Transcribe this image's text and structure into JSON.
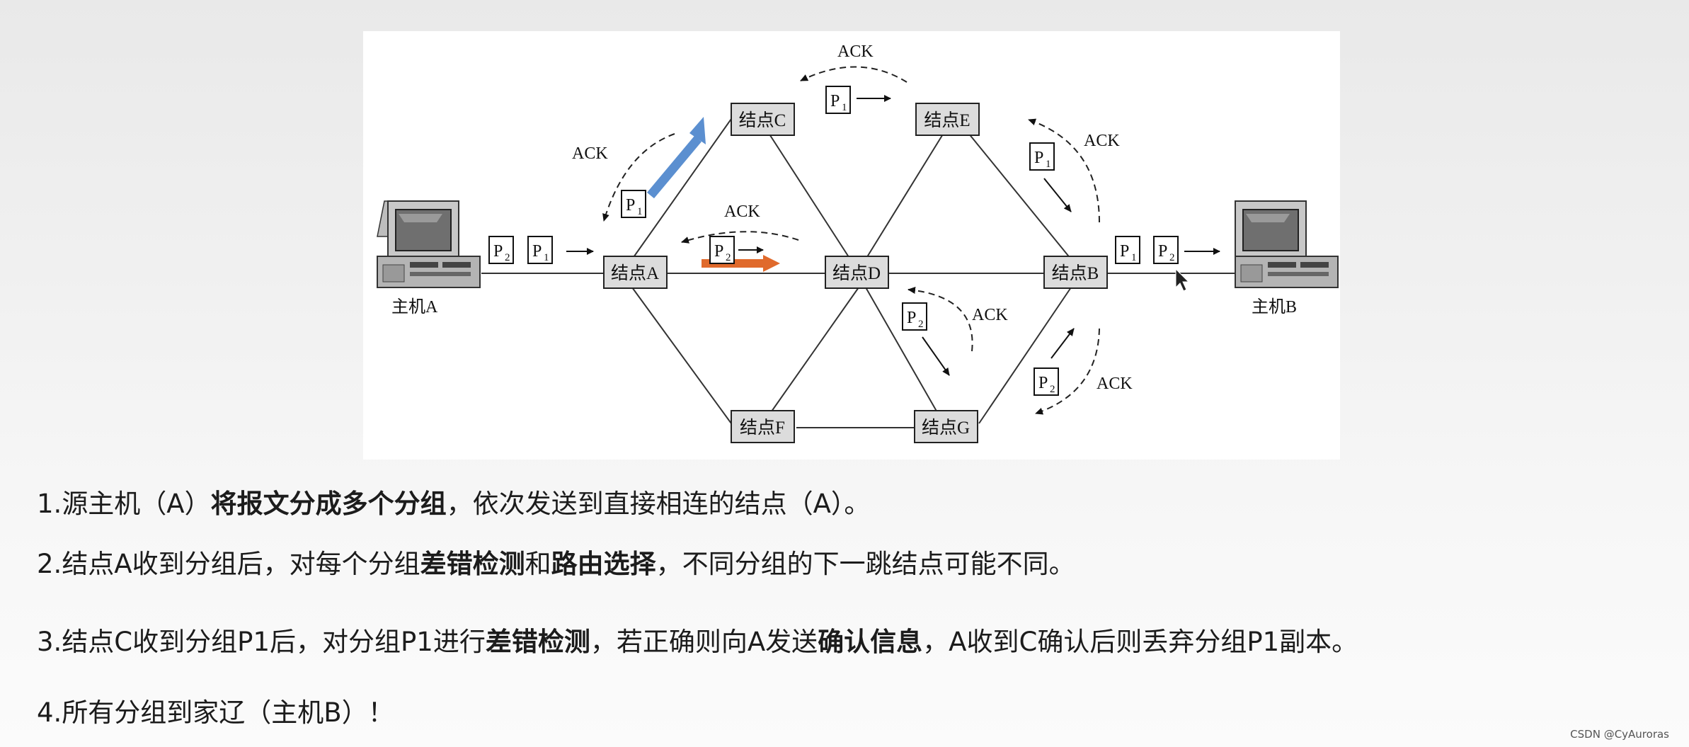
{
  "diagram": {
    "nodes": {
      "A": "结点A",
      "B": "结点B",
      "C": "结点C",
      "D": "结点D",
      "E": "结点E",
      "F": "结点F",
      "G": "结点G"
    },
    "hosts": {
      "A": "主机A",
      "B": "主机B"
    },
    "ack": "ACK",
    "packet_letter": "P",
    "packet_1": "1",
    "packet_2": "2",
    "colors": {
      "blue_arrow": "#5b8fd0",
      "orange_arrow": "#e06a2c"
    }
  },
  "steps": [
    {
      "number": "1.",
      "parts": [
        "源主机（A）",
        "将报文分成多个分组",
        "，依次发送到直接相连的结点（A）。"
      ]
    },
    {
      "number": "2.",
      "parts": [
        "结点A收到分组后，对每个分组",
        "差错检测",
        "和",
        "路由选择",
        "，不同分组的下一跳结点可能不同。"
      ]
    },
    {
      "number": "3.",
      "parts": [
        "结点C收到分组P1后，对分组P1进行",
        "差错检测",
        "，若正确则向A发送",
        "确认信息",
        "，A收到C确认后则丢弃分组P1副本。"
      ]
    },
    {
      "number": "4.",
      "parts": [
        "所有分组到家辽（主机B）！"
      ]
    }
  ],
  "watermark": "CSDN @CyAuroras"
}
